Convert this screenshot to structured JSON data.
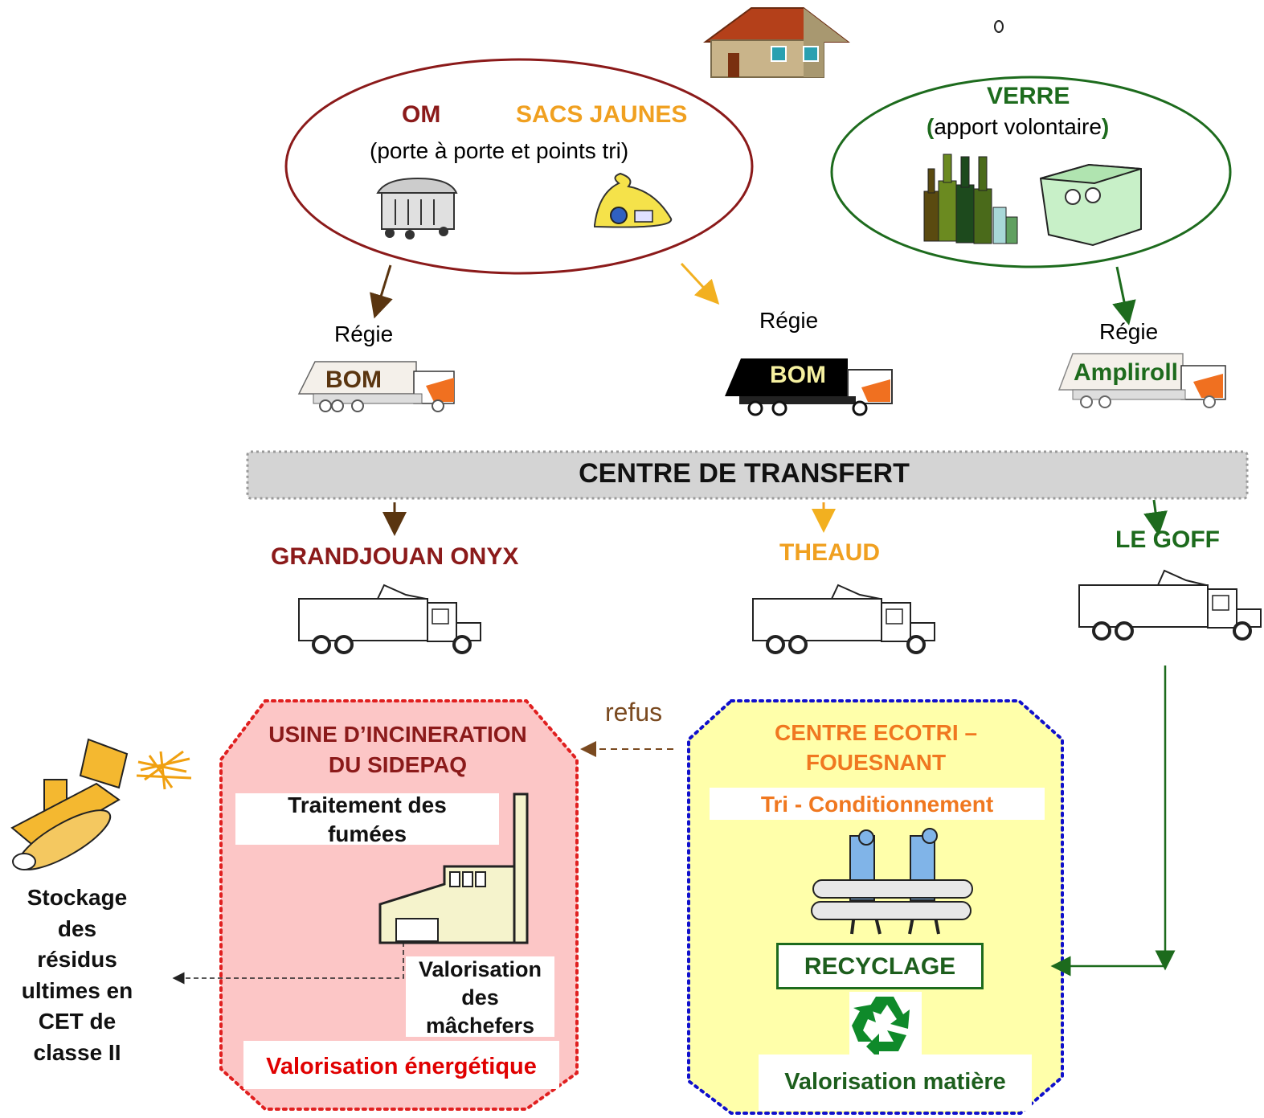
{
  "colors": {
    "om": "#8b1a1a",
    "sacs": "#f0a020",
    "verre": "#1d6b1d",
    "om_arrow": "#5a3510",
    "sacs_arrow": "#f2b020",
    "verre_arrow": "#1d6b1d",
    "incin_bg": "#fcc6c6",
    "incin_border": "#e02020",
    "ecotri_bg": "#ffffaa",
    "ecotri_border": "#1010cc",
    "orange": "#f07820",
    "red": "#e00000",
    "green_dark": "#1d5e1d",
    "transfer_bg": "#d4d4d4"
  },
  "collection": {
    "om_label": "OM",
    "sacs_label": "SACS JAUNES",
    "om_subtitle": "(porte à porte et points tri)",
    "verre_label": "VERRE",
    "verre_subtitle_open": "(",
    "verre_subtitle_text": "apport volontaire",
    "verre_subtitle_close": ")"
  },
  "trucks": {
    "regie_1": "Régie",
    "bom_1": "BOM",
    "regie_2": "Régie",
    "bom_2": "BOM",
    "regie_3": "Régie",
    "ampliroll": "Ampliroll"
  },
  "transfer": {
    "label": "CENTRE  DE TRANSFERT"
  },
  "carriers": {
    "grandjouan": "GRANDJOUAN ONYX",
    "theaud": "THEAUD",
    "legoff": "LE GOFF"
  },
  "incineration": {
    "title_line1": "USINE D’INCINERATION",
    "title_line2": "DU SIDEPAQ",
    "fumees_line1": "Traitement des",
    "fumees_line2": "fumées",
    "machefers_line1": "Valorisation",
    "machefers_line2": "des",
    "machefers_line3": "mâchefers",
    "energetique": "Valorisation énergétique"
  },
  "refus": "refus",
  "ecotri": {
    "title_line1": "CENTRE ECOTRI –",
    "title_line2": "FOUESNANT",
    "tri": "Tri - Conditionnement",
    "recyclage": "RECYCLAGE",
    "matiere": "Valorisation matière"
  },
  "storage": {
    "line1": "Stockage",
    "line2": "des",
    "line3": "résidus",
    "line4": "ultimes en",
    "line5": "CET de",
    "line6": "classe II"
  }
}
